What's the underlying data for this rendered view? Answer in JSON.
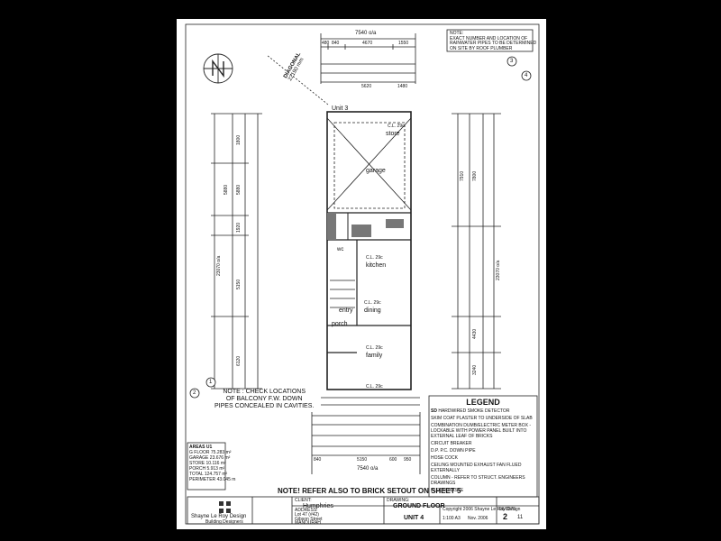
{
  "dimensions": {
    "overall_width_top": "7540 o/a",
    "top_row": [
      "480",
      "840",
      "4670",
      "1550"
    ],
    "top_second": [
      "5620",
      "1480"
    ],
    "overall_width_bottom": "7540 o/a",
    "bottom_row": [
      "840",
      "5150",
      "600",
      "950"
    ],
    "overall_depth_left": "23070 o/a",
    "overall_depth_right": "23070 o/a",
    "left_column": [
      "1800",
      "5880",
      "5880",
      "1920",
      "5150",
      "6120"
    ],
    "right_column": [
      "7910",
      "7800",
      "4430",
      "3240"
    ]
  },
  "diagonal": {
    "label": "DIAGONAL",
    "value": "22190 mm"
  },
  "unit_label": "Unit 3",
  "rooms": {
    "store": "store",
    "garage": "garage",
    "kitchen": "kitchen",
    "entry": "entry",
    "porch": "porch",
    "dining": "dining",
    "family": "family",
    "wc": "wc"
  },
  "ceiling_labels": [
    "C.L. 29c",
    "C.L. 29c",
    "C.L. 29c",
    "C.L. 29c",
    "C.L. 29c"
  ],
  "notes": {
    "top_right": "NOTE:\nEXACT NUMBER AND LOCATION OF\nRAINWATER PIPES TO BE DETERMINED\nON SITE BY ROOF PLUMBER",
    "balcony": "NOTE : CHECK LOCATIONS\nOF BALCONY F.W. DOWN\nPIPES CONCEALED IN CAVITIES.",
    "bottom": "NOTE! REFER ALSO TO BRICK SETOUT ON SHEET 5"
  },
  "areas": {
    "heading": "AREAS U1",
    "rows": [
      {
        "label": "G FLOOR",
        "value": "75.283 m²"
      },
      {
        "label": "GARAGE",
        "value": "23.676 m²"
      },
      {
        "label": "STORE",
        "value": "10.116 m²"
      },
      {
        "label": "PORCH",
        "value": "5.913 m²"
      },
      {
        "label": "TOTAL",
        "value": "124.757 m²"
      },
      {
        "label": "PERIMETER",
        "value": "43.045 m"
      }
    ]
  },
  "legend": {
    "title": "LEGEND",
    "items": [
      {
        "symbol": "SD",
        "text": "HARDWIRED SMOKE DETECTOR"
      },
      {
        "symbol": "",
        "text": "SKIM COAT PLASTER TO UNDERSIDE OF SLAB"
      },
      {
        "symbol": "",
        "text": "COMBINATION DUMB/ELECTRIC METER BOX - LOCKABLE WITH POWER PANEL BUILT INTO EXTERNAL LEAF OF BRICKS"
      },
      {
        "symbol": "",
        "text": "CIRCUIT BREAKER"
      },
      {
        "symbol": "",
        "text": "D.P. P.C. DOWN PIPE"
      },
      {
        "symbol": "",
        "text": "HOSE COCK"
      },
      {
        "symbol": "",
        "text": "CEILING MOUNTED EXHAUST FAN FLUED EXTERNALLY"
      },
      {
        "symbol": "",
        "text": "COLUMN - REFER TO STRUCT. ENGINEERS DRAWINGS"
      },
      {
        "symbol": "",
        "text": "FLOOR WASTE"
      }
    ]
  },
  "markers": [
    "1",
    "2",
    "3",
    "4"
  ],
  "title_block": {
    "firm": "Shayne Le Roy Design",
    "firm_sub": "Building Designers",
    "client_label": "CLIENT:",
    "client": "Humphries",
    "drawing_label": "DRAWING:",
    "drawing": "GROUND FLOOR",
    "address_label": "ADDRESS:",
    "address_lines": [
      "Lot 47 (#42)",
      "Gibson Street",
      "MANDURAH"
    ],
    "unit": "UNIT 4",
    "copyright": "Copyright 2006 Shayne Le Roy Design",
    "scale": "1:100 A3",
    "date": "Nov. 2006",
    "job_no": "06/0375",
    "sheet": "2",
    "sheet_of": "11"
  }
}
